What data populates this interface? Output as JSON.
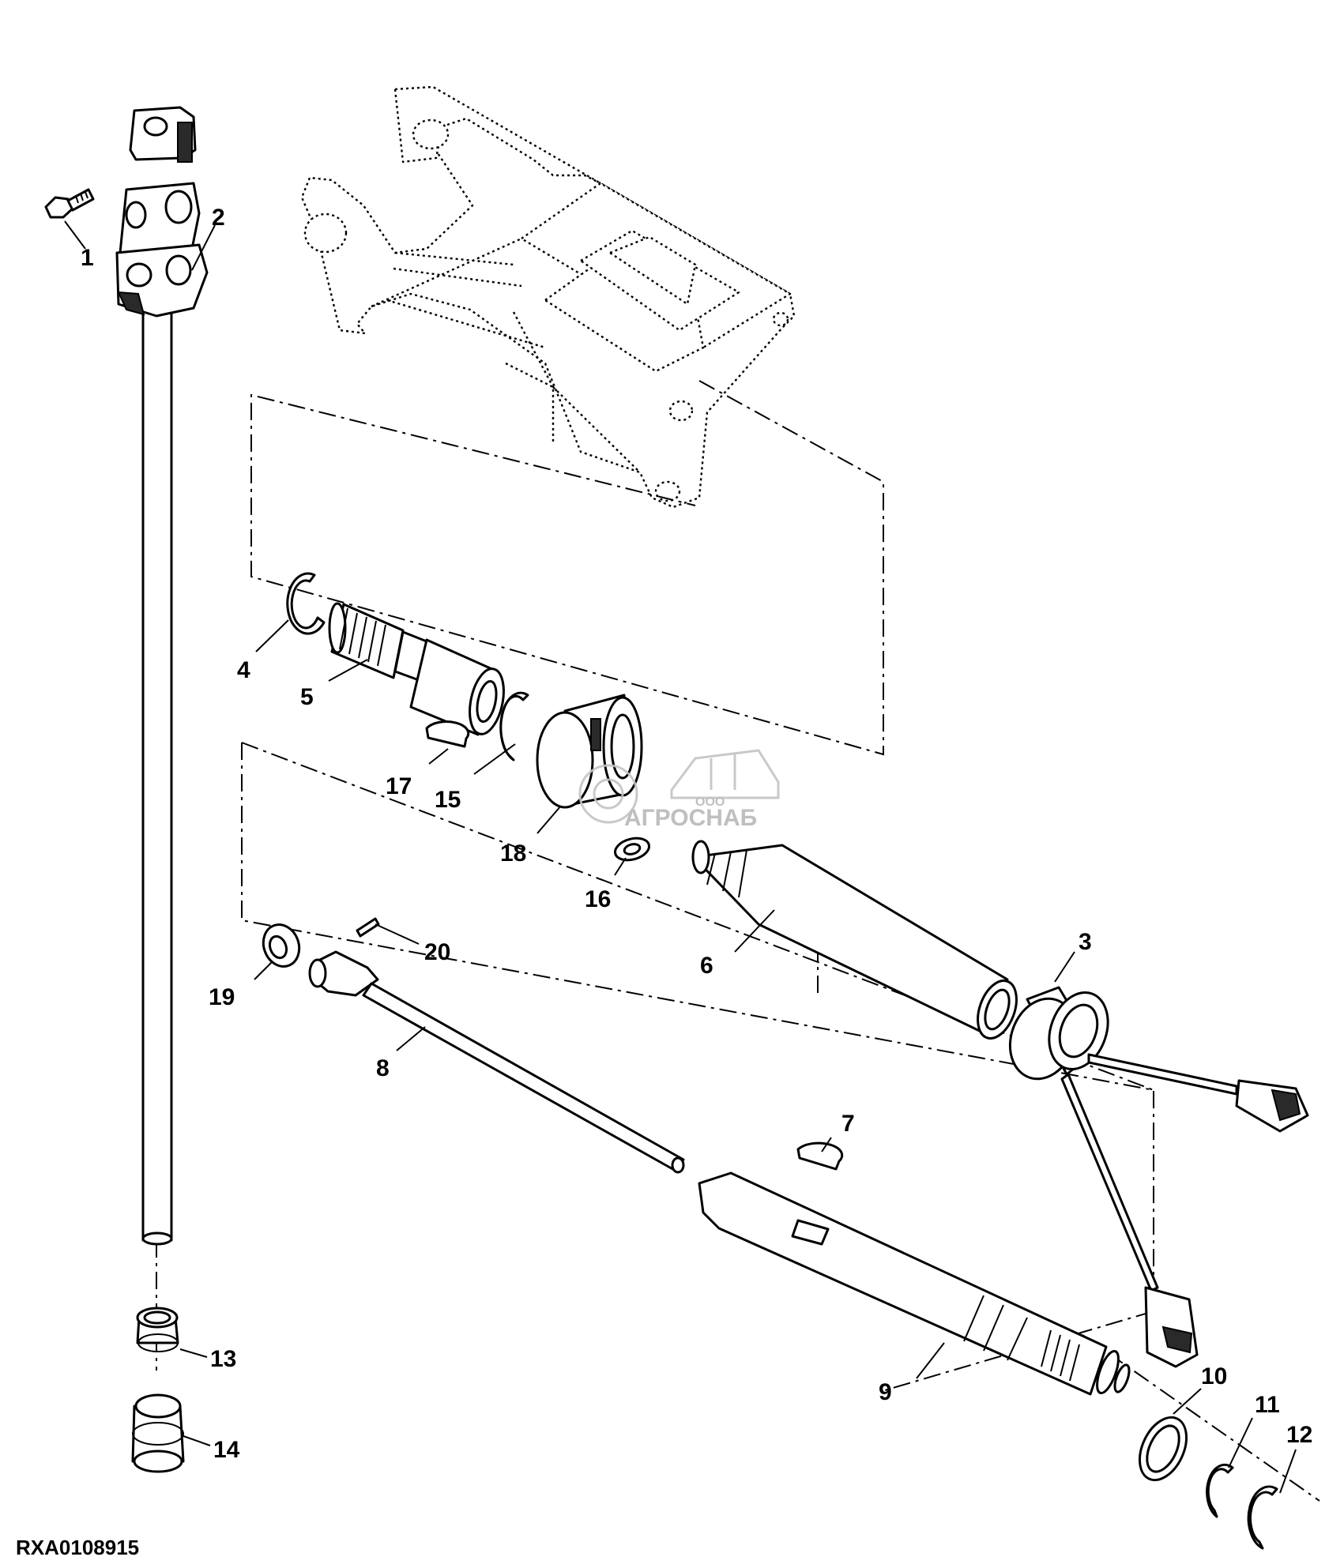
{
  "callouts": {
    "c1": "1",
    "c2": "2",
    "c3": "3",
    "c4": "4",
    "c5": "5",
    "c6": "6",
    "c7": "7",
    "c8": "8",
    "c9": "9",
    "c10": "10",
    "c11": "11",
    "c12": "12",
    "c13": "13",
    "c14": "14",
    "c15": "15",
    "c16": "16",
    "c17": "17",
    "c18": "18",
    "c19": "19",
    "c20": "20"
  },
  "reference_code": "RXA0108915",
  "watermark": {
    "small": "ООО",
    "brand": "АГРОСНАБ"
  },
  "colors": {
    "line": "#000000",
    "background": "#ffffff",
    "watermark": "#b9b9b9"
  }
}
